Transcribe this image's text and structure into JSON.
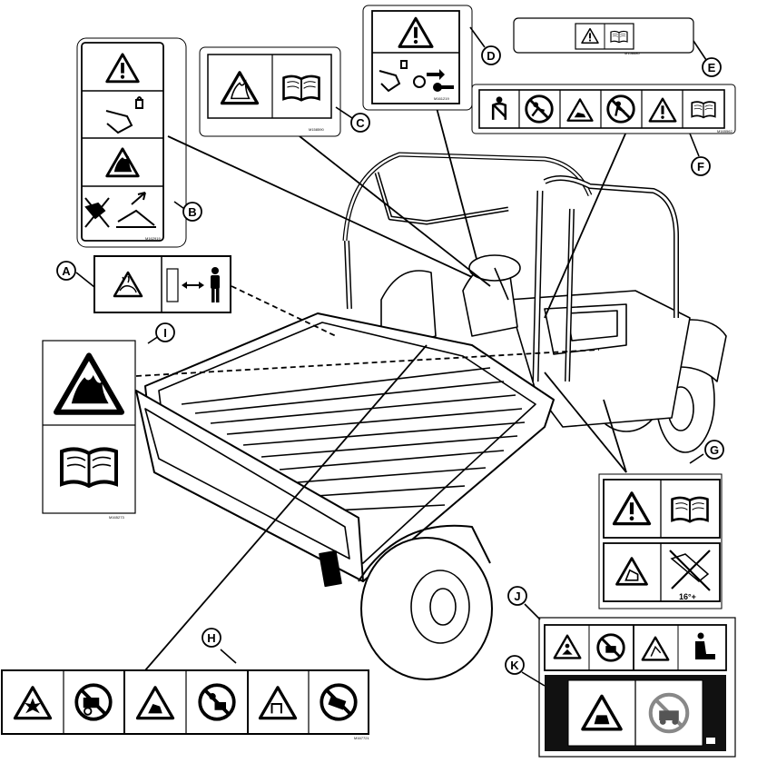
{
  "callouts": {
    "a": "A",
    "b": "B",
    "c": "C",
    "d": "D",
    "e": "E",
    "f": "F",
    "g": "G",
    "h": "H",
    "i": "I",
    "j": "J",
    "k": "K"
  },
  "part_numbers": {
    "b": "M162919",
    "c": "M158590",
    "d": "M161219",
    "e": "M158680",
    "f": "M165562",
    "i": "M165273",
    "h": "M167721"
  },
  "slope_label": "16°+",
  "icons": [
    "warning-triangle-icon",
    "operator-manual-icon",
    "hot-surface-icon",
    "fire-hazard-icon",
    "seatbelt-icon",
    "no-riders-icon",
    "rollover-icon",
    "explosion-icon",
    "key-removal-icon",
    "parking-brake-icon"
  ],
  "colors": {
    "ink": "#000000",
    "paper": "#ffffff",
    "decal_k_band": "#111111"
  }
}
